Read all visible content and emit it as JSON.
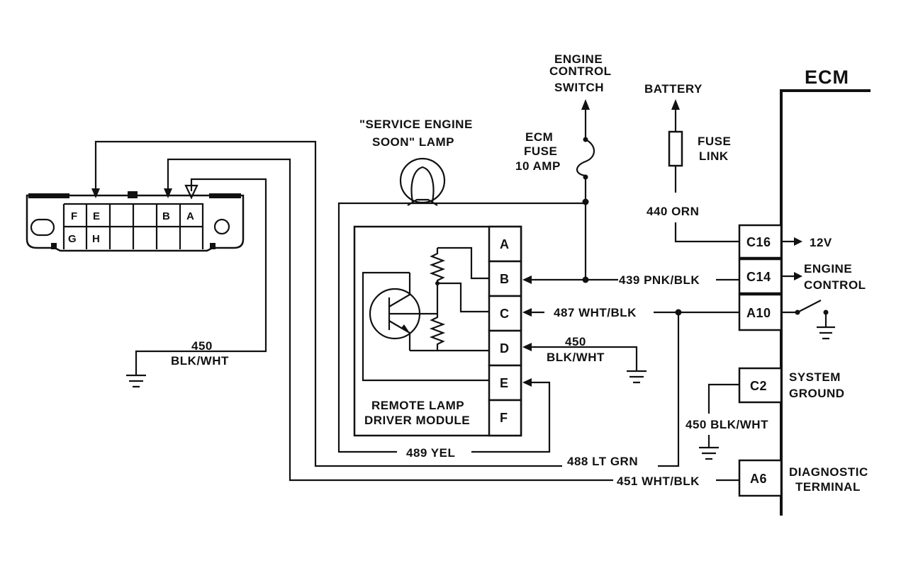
{
  "ecm_title": "ECM",
  "labels": {
    "engine_control_switch": [
      "ENGINE",
      "CONTROL",
      "SWITCH"
    ],
    "battery": "BATTERY",
    "fuse_link": [
      "FUSE",
      "LINK"
    ],
    "ecm_fuse": [
      "ECM",
      "FUSE",
      "10 AMP"
    ],
    "service_engine_lamp": [
      "\"SERVICE ENGINE",
      "SOON\" LAMP"
    ],
    "remote_lamp_module": [
      "REMOTE LAMP",
      "DRIVER MODULE"
    ],
    "engine_control": [
      "ENGINE",
      "CONTROL"
    ],
    "v12": "12V",
    "system_ground": [
      "SYSTEM",
      "GROUND"
    ],
    "diagnostic_terminal": [
      "DIAGNOSTIC",
      "TERMINAL"
    ]
  },
  "wires": {
    "w440": "440 ORN",
    "w439": "439 PNK/BLK",
    "w487": "487 WHT/BLK",
    "w450_mod": [
      "450",
      "BLK/WHT"
    ],
    "w450_conn": [
      "450",
      "BLK/WHT"
    ],
    "w450_ecm": "450 BLK/WHT",
    "w489": "489 YEL",
    "w488": "488 LT GRN",
    "w451": "451 WHT/BLK"
  },
  "ecm_pins": [
    "C16",
    "C14",
    "A10",
    "C2",
    "A6"
  ],
  "module_pins": [
    "A",
    "B",
    "C",
    "D",
    "E",
    "F"
  ],
  "connector_pins": {
    "top": [
      "F",
      "E",
      "",
      "",
      "B",
      "A"
    ],
    "bottom": [
      "G",
      "H",
      "",
      "",
      "",
      ""
    ]
  }
}
